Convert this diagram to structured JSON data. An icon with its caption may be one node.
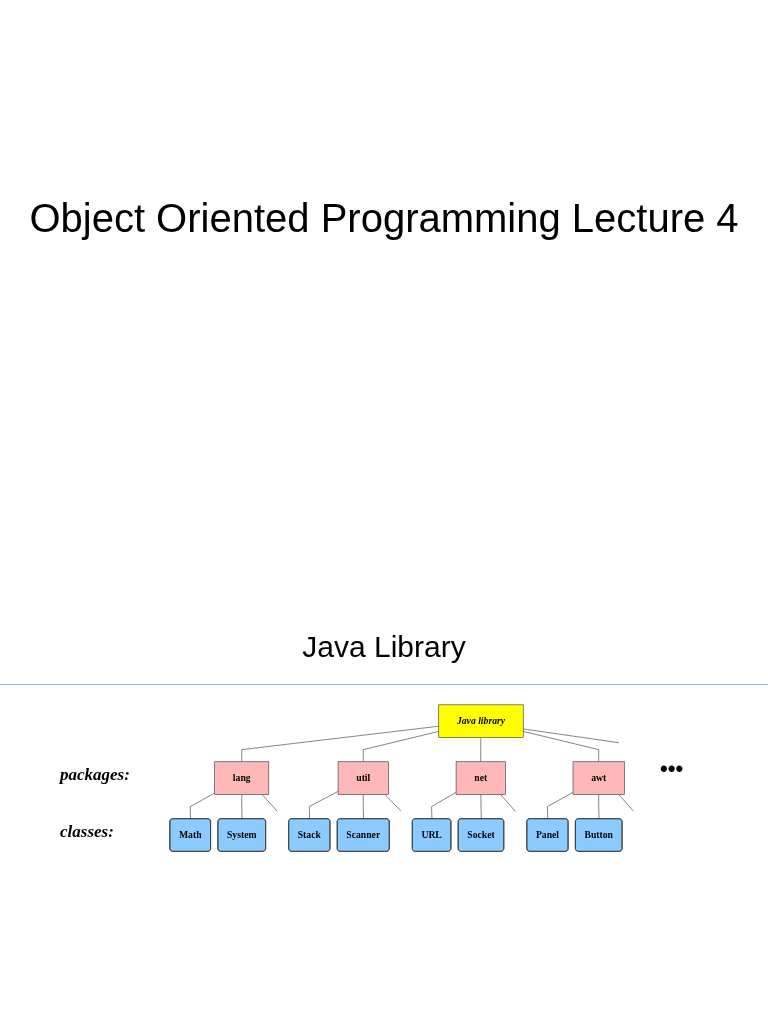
{
  "diagram": {
    "title": "Object Oriented Programming Lecture 4",
    "nodes": [
      {
        "text": [
          "Java library"
        ]
      },
      {
        "text": [
          "lang"
        ]
      },
      {
        "text": [
          "util"
        ]
      },
      {
        "text": [
          "net"
        ]
      },
      {
        "text": [
          "awt"
        ]
      },
      {
        "text": [
          "Math"
        ]
      },
      {
        "text": [
          "System"
        ]
      },
      {
        "text": [
          "Stack"
        ]
      },
      {
        "text": [
          "Scanner"
        ]
      },
      {
        "text": [
          "URL"
        ]
      },
      {
        "text": [
          "Socket"
        ]
      },
      {
        "text": [
          "Panel"
        ]
      },
      {
        "text": [
          "Button"
        ]
      }
    ],
    "edges": [
      {
        "from": 0,
        "to": 1,
        "arrow": "none"
      },
      {
        "from": 0,
        "to": 2,
        "arrow": "none"
      },
      {
        "from": 0,
        "to": 3,
        "arrow": "none"
      },
      {
        "from": 0,
        "to": 4,
        "arrow": "none"
      },
      {
        "from": 0,
        "to": null,
        "arrow": "none"
      },
      {
        "from": 1,
        "to": 5,
        "arrow": "none"
      },
      {
        "from": 1,
        "to": 6,
        "arrow": "none"
      },
      {
        "from": 1,
        "to": null,
        "arrow": "none"
      },
      {
        "from": 2,
        "to": 7,
        "arrow": "none"
      },
      {
        "from": 2,
        "to": 8,
        "arrow": "none"
      },
      {
        "from": 2,
        "to": null,
        "arrow": "none"
      },
      {
        "from": 3,
        "to": 9,
        "arrow": "none"
      },
      {
        "from": 3,
        "to": 10,
        "arrow": "none"
      },
      {
        "from": 3,
        "to": null,
        "arrow": "none"
      },
      {
        "from": 4,
        "to": 11,
        "arrow": "none"
      },
      {
        "from": 4,
        "to": 12,
        "arrow": "none"
      },
      {
        "from": 4,
        "to": null,
        "arrow": "none"
      }
    ],
    "labels": [
      "Java Library",
      "packages:",
      "classes:",
      "•••"
    ]
  }
}
